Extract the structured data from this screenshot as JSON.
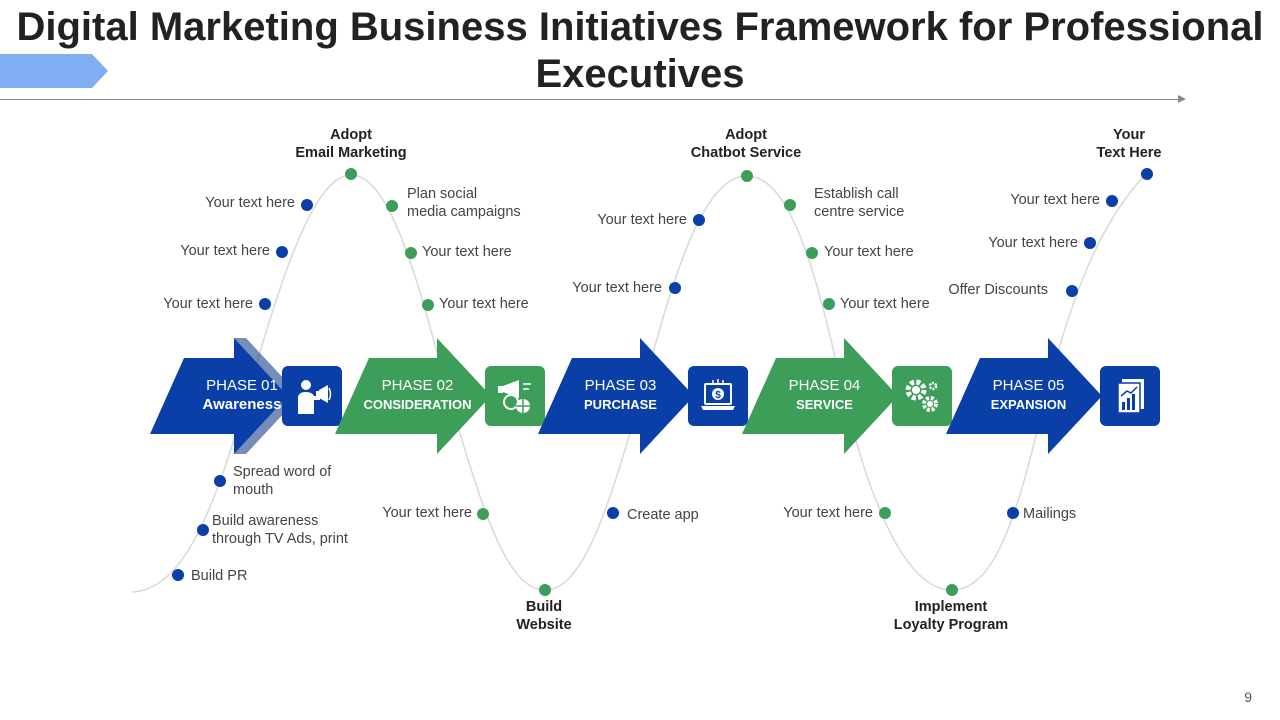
{
  "title": "Digital Marketing Business Initiatives Framework for Professional Executives",
  "page_number": "9",
  "colors": {
    "blue": "#0A3FA8",
    "green": "#3D9E5A",
    "accent": "#7FAEF2"
  },
  "phases": [
    {
      "number": "PHASE 01",
      "name": "Awareness",
      "icon": "megaphone-person-icon",
      "color": "blue"
    },
    {
      "number": "PHASE 02",
      "name": "CONSIDERATION",
      "icon": "megaphone-globe-icon",
      "color": "green"
    },
    {
      "number": "PHASE 03",
      "name": "PURCHASE",
      "icon": "laptop-dollar-icon",
      "color": "blue"
    },
    {
      "number": "PHASE 04",
      "name": "SERVICE",
      "icon": "gears-icon",
      "color": "green"
    },
    {
      "number": "PHASE 05",
      "name": "EXPANSION",
      "icon": "report-chart-icon",
      "color": "blue"
    }
  ],
  "milestones": [
    {
      "line1": "Adopt",
      "line2": "Email Marketing"
    },
    {
      "line1": "Build",
      "line2": "Website"
    },
    {
      "line1": "Adopt",
      "line2": "Chatbot Service"
    },
    {
      "line1": "Implement",
      "line2": "Loyalty Program"
    },
    {
      "line1": "Your",
      "line2": "Text Here"
    }
  ],
  "labels": [
    {
      "line1": "Your text here",
      "line2": ""
    },
    {
      "line1": "Your text here",
      "line2": ""
    },
    {
      "line1": "Your text here",
      "line2": ""
    },
    {
      "line1": "Plan social",
      "line2": "media campaigns"
    },
    {
      "line1": "Your text here",
      "line2": ""
    },
    {
      "line1": "Your text here",
      "line2": ""
    },
    {
      "line1": "Spread word of",
      "line2": "mouth"
    },
    {
      "line1": "Build awareness",
      "line2": "through TV Ads, print"
    },
    {
      "line1": "Build PR",
      "line2": ""
    },
    {
      "line1": "Your text here",
      "line2": ""
    },
    {
      "line1": "Your text here",
      "line2": ""
    },
    {
      "line1": "Your text here",
      "line2": ""
    },
    {
      "line1": "Create app",
      "line2": ""
    },
    {
      "line1": "Establish call",
      "line2": "centre service"
    },
    {
      "line1": "Your text here",
      "line2": ""
    },
    {
      "line1": "Your text here",
      "line2": ""
    },
    {
      "line1": "Your text here",
      "line2": ""
    },
    {
      "line1": "Mailings",
      "line2": ""
    },
    {
      "line1": "Your text here",
      "line2": ""
    },
    {
      "line1": "Your text here",
      "line2": ""
    },
    {
      "line1": "Offer Discounts",
      "line2": ""
    }
  ]
}
